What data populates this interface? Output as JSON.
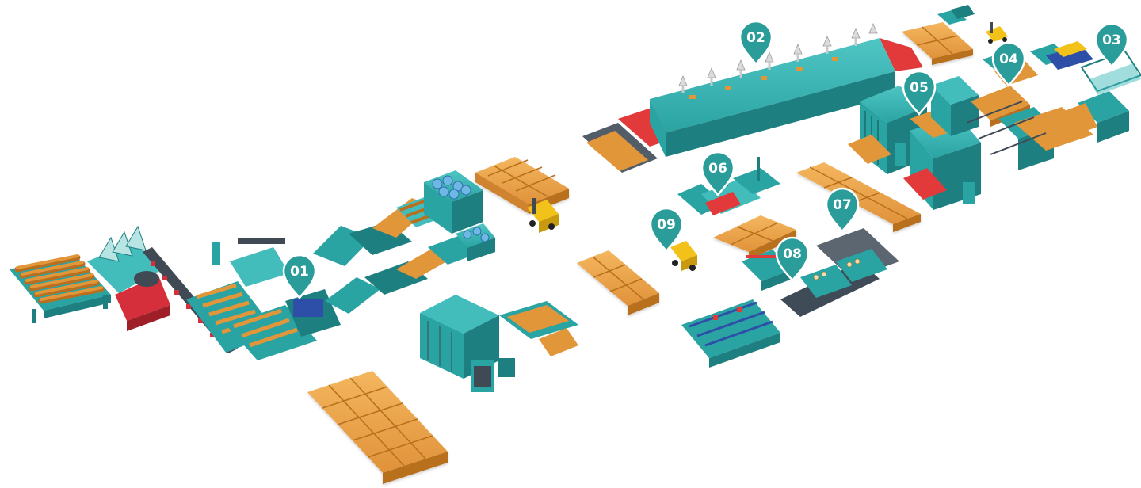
{
  "colors": {
    "machine": "#2aa3a3",
    "machine_dark": "#1d7f80",
    "machine_light": "#43bcbc",
    "board": "#e2963a",
    "board_dark": "#b86f1f",
    "board_light": "#f2b35c",
    "frame": "#404a55",
    "accent_red": "#e23a3a",
    "accent_blue": "#2d4fa8",
    "forklift": "#f2c21b",
    "pin": "#2a9c9a",
    "pin_text": "#ffffff"
  },
  "stations": [
    {
      "id": "01",
      "label": "01",
      "icon": "map-pin-icon"
    },
    {
      "id": "02",
      "label": "02",
      "icon": "map-pin-icon"
    },
    {
      "id": "03",
      "label": "03",
      "icon": "map-pin-icon"
    },
    {
      "id": "04",
      "label": "04",
      "icon": "map-pin-icon"
    },
    {
      "id": "05",
      "label": "05",
      "icon": "map-pin-icon"
    },
    {
      "id": "06",
      "label": "06",
      "icon": "map-pin-icon"
    },
    {
      "id": "07",
      "label": "07",
      "icon": "map-pin-icon"
    },
    {
      "id": "08",
      "label": "08",
      "icon": "map-pin-icon"
    },
    {
      "id": "09",
      "label": "09",
      "icon": "map-pin-icon"
    }
  ]
}
